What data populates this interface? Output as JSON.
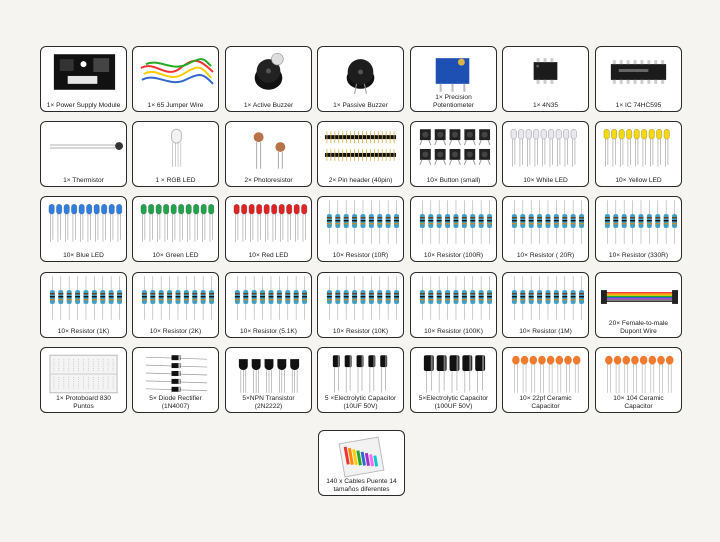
{
  "palette": {
    "blue_led": "#2f7fe0",
    "green_led": "#21a34b",
    "red_led": "#e02222",
    "yellow_led": "#f4d90c",
    "white_led": "#e8e8ee",
    "resistor_body": "#3f9fc6",
    "capacitor_ceramic": "#f07b2f",
    "ic_body": "#1b1b1b",
    "card_border": "#2a2a2a",
    "background": "#f5f4f0"
  },
  "items": [
    {
      "label": "1× Power Supply Module",
      "image": "power-supply-module"
    },
    {
      "label": "1× 65 Jumper Wire",
      "image": "jumper-wires"
    },
    {
      "label": "1× Active Buzzer",
      "image": "active-buzzer"
    },
    {
      "label": "1× Passive Buzzer",
      "image": "passive-buzzer"
    },
    {
      "label": "1× Precision\nPotentiometer",
      "image": "potentiometer"
    },
    {
      "label": "1×    4N35",
      "image": "ic-4n35"
    },
    {
      "label": "1× IC 74HC595",
      "image": "ic-74hc595"
    },
    {
      "label": "1× Thermistor",
      "image": "thermistor"
    },
    {
      "label": "1 × RGB LED",
      "image": "rgb-led"
    },
    {
      "label": "2× Photoresistor",
      "image": "photoresistor"
    },
    {
      "label": "2× Pin header (40pin)",
      "image": "pin-header"
    },
    {
      "label": "10× Button (small)",
      "image": "buttons"
    },
    {
      "label": "10× White LED",
      "image": "white-led"
    },
    {
      "label": "10× Yellow LED",
      "image": "yellow-led"
    },
    {
      "label": "10× Blue LED",
      "image": "blue-led"
    },
    {
      "label": "10× Green LED",
      "image": "green-led"
    },
    {
      "label": "10× Red LED",
      "image": "red-led"
    },
    {
      "label": "10× Resistor (10R)",
      "image": "resistors"
    },
    {
      "label": "10× Resistor (100R)",
      "image": "resistors"
    },
    {
      "label": "10× Resistor (  20R)",
      "image": "resistors"
    },
    {
      "label": "10× Resistor (330R)",
      "image": "resistors"
    },
    {
      "label": "10× Resistor (1K)",
      "image": "resistors"
    },
    {
      "label": "10× Resistor (2K)",
      "image": "resistors"
    },
    {
      "label": "10× Resistor (5.1K)",
      "image": "resistors"
    },
    {
      "label": "10× Resistor (10K)",
      "image": "resistors"
    },
    {
      "label": "10× Resistor (100K)",
      "image": "resistors"
    },
    {
      "label": "10× Resistor (1M)",
      "image": "resistors"
    },
    {
      "label": "20× Female-to-male\nDupont Wire",
      "image": "dupont-wire"
    },
    {
      "label": "1× Protoboard 830\nPuntos",
      "image": "breadboard"
    },
    {
      "label": "5× Diode Rectifier\n(1N4007)",
      "image": "diodes"
    },
    {
      "label": "5×NPN Transistor\n(2N2222)",
      "image": "transistors"
    },
    {
      "label": "5 ×Electrolytic Capacitor\n(10UF 50V)",
      "image": "electrolytic-small"
    },
    {
      "label": "5×Electrolytic Capacitor\n(100UF 50V)",
      "image": "electrolytic-large"
    },
    {
      "label": "10× 22pf Ceramic\nCapacitor",
      "image": "ceramic-caps"
    },
    {
      "label": "10× 104 Ceramic\nCapacitor",
      "image": "ceramic-caps"
    },
    {
      "label": "140 x Cables Puente 14\ntamaños diferentes",
      "image": "cable-box"
    }
  ]
}
